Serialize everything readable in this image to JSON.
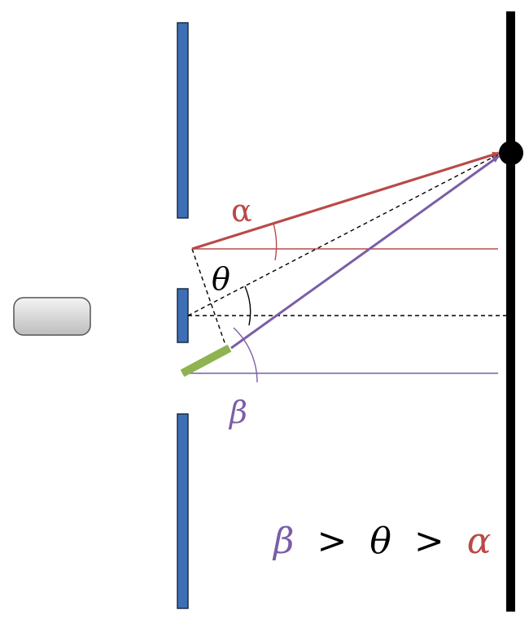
{
  "labels": {
    "alpha": "α",
    "theta": "θ",
    "beta": "β"
  },
  "relation": {
    "beta": "β",
    "gt1": ">",
    "theta": "θ",
    "gt2": ">",
    "alpha": "α"
  },
  "colors": {
    "slit_barrier": "#3d6fb5",
    "slit_barrier_stroke": "#1c2b45",
    "screen": "#000000",
    "alpha_ray": "#b94a48",
    "beta_ray": "#7a5ea8",
    "path_difference_segment": "#8fb350",
    "guide_lines": "#000000",
    "light_source": "#d8d8d8",
    "light_source_stroke": "#555555"
  }
}
